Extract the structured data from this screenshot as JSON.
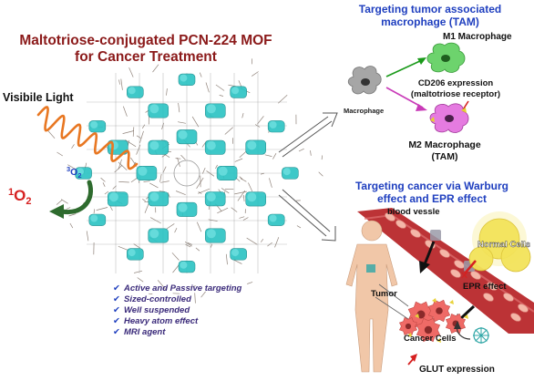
{
  "title": {
    "line1": "Maltotriose-conjugated PCN-224 MOF",
    "line2": "for Cancer Treatment",
    "color": "#8b1a1a"
  },
  "light": {
    "label": "Visibile Light",
    "wave_color": "#e87722"
  },
  "oxygen": {
    "triplet_sup": "3",
    "triplet_base": "O",
    "triplet_sub": "2",
    "singlet_sup": "1",
    "singlet_base": "O",
    "singlet_sub": "2",
    "singlet_color": "#d62020",
    "arrow_color": "#2e6b2e"
  },
  "features": {
    "color": "#3a2a7a",
    "items": [
      "Active and Passive targeting",
      "Sized-controlled",
      "Well suspended",
      "Heavy atom effect",
      "MRI agent"
    ]
  },
  "tam_panel": {
    "heading1": "Targeting tumor associated",
    "heading2": "macrophage (TAM)",
    "heading_color": "#1f3fbf",
    "macrophage_label": "Macrophage",
    "m1_label": "M1 Macrophage",
    "cd206_line1": "CD206 expression",
    "cd206_line2": "(maltotriose receptor)",
    "m2_line1": "M2 Macrophage",
    "m2_line2": "(TAM)",
    "m1_color": "#6dd36d",
    "m2_color": "#e57be0",
    "macrophage_color": "#a6a6a6"
  },
  "cancer_panel": {
    "heading1": "Targeting cancer via Warburg",
    "heading2": "effect and EPR effect",
    "heading_color": "#1f3fbf",
    "blood_vessel_label": "blood vessle",
    "normal_cells_label": "Normal Cells",
    "epr_label": "EPR effect",
    "tumor_label": "Tumor",
    "cancer_cells_label": "Cancer Cells",
    "glut_label": "GLUT expression",
    "vessel_color": "#b8282b",
    "normal_cell_color": "#f3e35a",
    "cancer_cell_color": "#ef6a66",
    "body_color": "#f1c7a8"
  },
  "mof": {
    "cluster_color": "#2ec4c4",
    "framework_color": "#6b5a4e"
  }
}
